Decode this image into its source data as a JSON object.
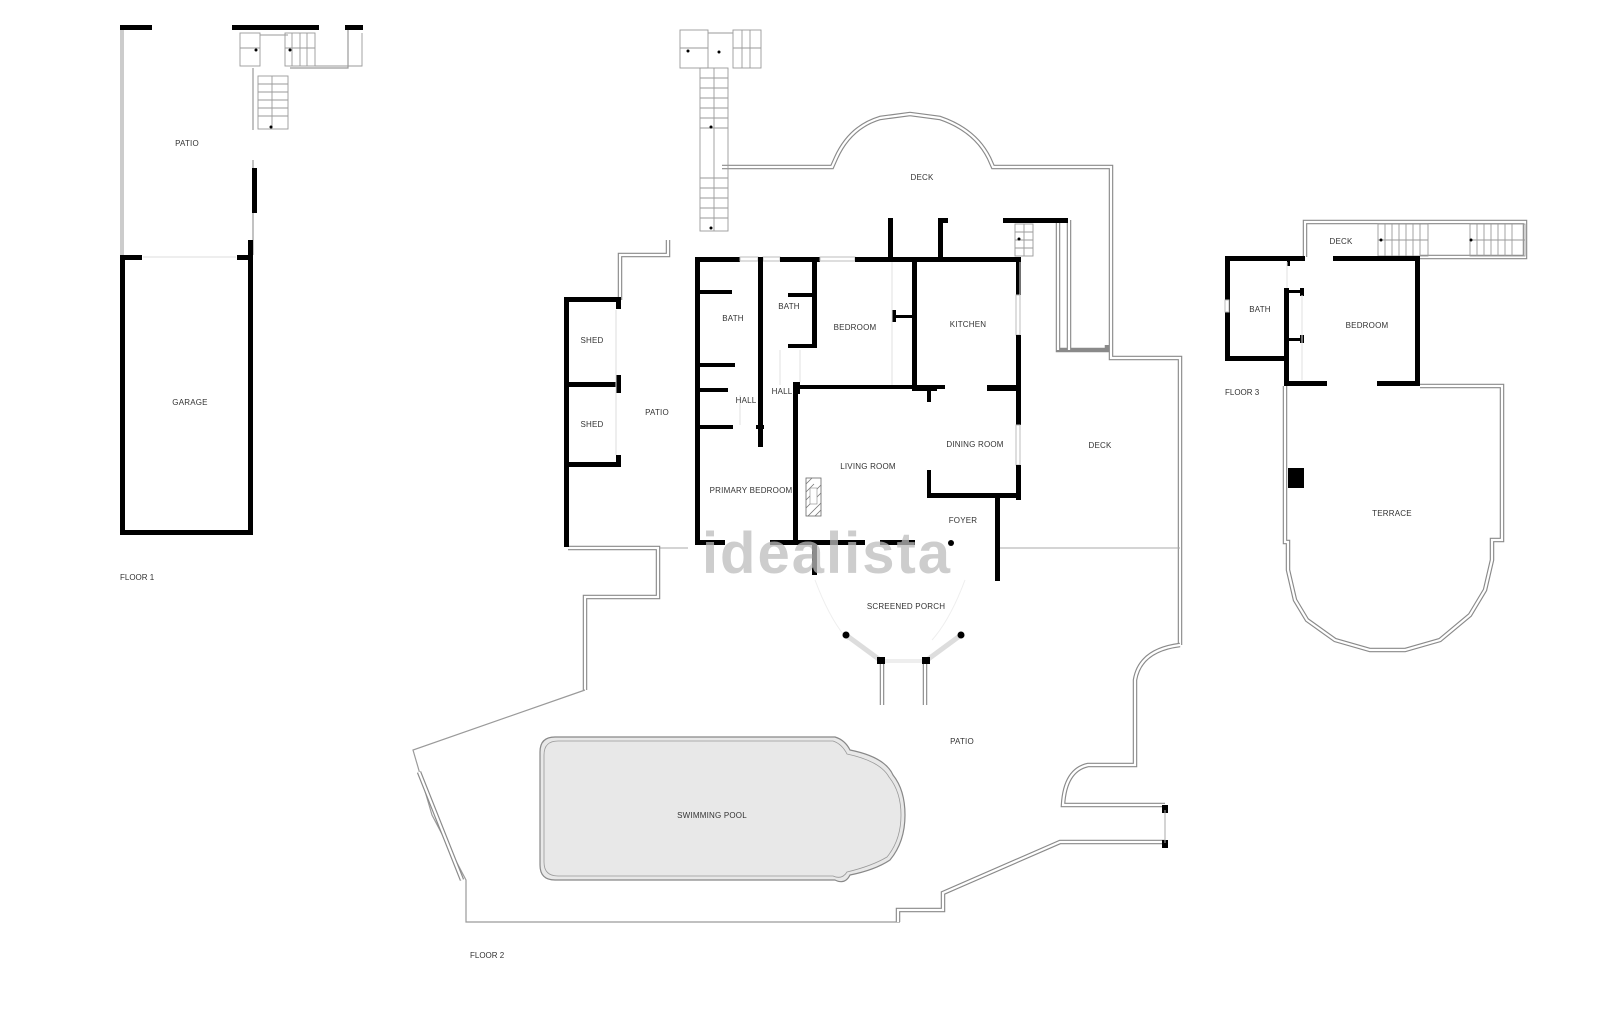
{
  "floors": [
    {
      "label": "FLOOR 1",
      "rooms": [
        {
          "name": "PATIO"
        },
        {
          "name": "GARAGE"
        }
      ]
    },
    {
      "label": "FLOOR 2",
      "rooms": [
        {
          "name": "DECK"
        },
        {
          "name": "SHED"
        },
        {
          "name": "SHED"
        },
        {
          "name": "PATIO"
        },
        {
          "name": "BATH"
        },
        {
          "name": "BATH"
        },
        {
          "name": "BEDROOM"
        },
        {
          "name": "KITCHEN"
        },
        {
          "name": "HALL"
        },
        {
          "name": "HALL"
        },
        {
          "name": "LIVING ROOM"
        },
        {
          "name": "DINING ROOM"
        },
        {
          "name": "PRIMARY BEDROOM"
        },
        {
          "name": "FOYER"
        },
        {
          "name": "DECK"
        },
        {
          "name": "SCREENED PORCH"
        },
        {
          "name": "PATIO"
        },
        {
          "name": "SWIMMING POOL"
        }
      ]
    },
    {
      "label": "FLOOR 3",
      "rooms": [
        {
          "name": "DECK"
        },
        {
          "name": "BATH"
        },
        {
          "name": "BEDROOM"
        },
        {
          "name": "TERRACE"
        }
      ]
    }
  ],
  "watermark": "idealista",
  "colors": {
    "wall": "#000000",
    "outline": "#9a9a9a",
    "pool_fill": "#e8e8e8",
    "watermark": "#bdbdbd",
    "background": "#ffffff"
  }
}
